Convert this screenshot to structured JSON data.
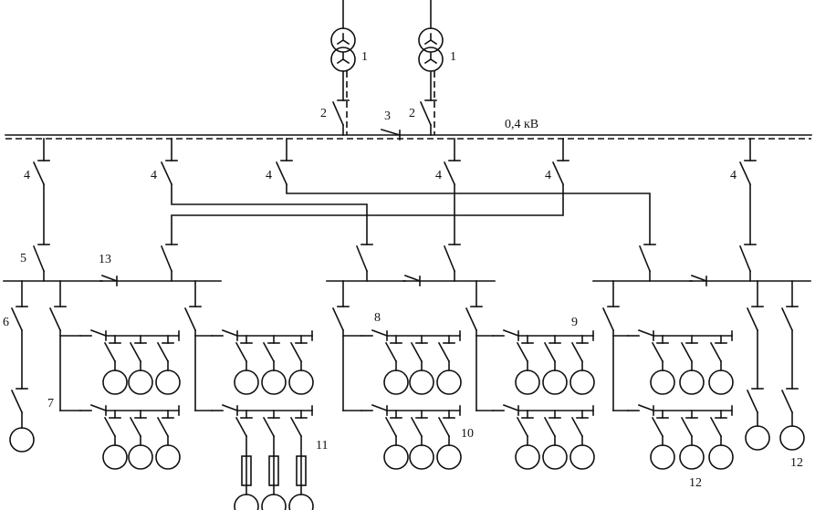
{
  "labels": {
    "transformer": "1",
    "breaker_incoming": "2",
    "sectional_switch": "3",
    "feeder_breaker": "4",
    "input_switch": "5",
    "motor_switch": "6",
    "group_panel": "7",
    "group_panel_b": "8",
    "group_panel_c": "9",
    "motor_row": "10",
    "fuses": "11",
    "motor": "12",
    "bus_coupler": "13",
    "voltage": "0,4 кВ"
  },
  "colors": {
    "line": "#111111",
    "background": "#ffffff"
  }
}
